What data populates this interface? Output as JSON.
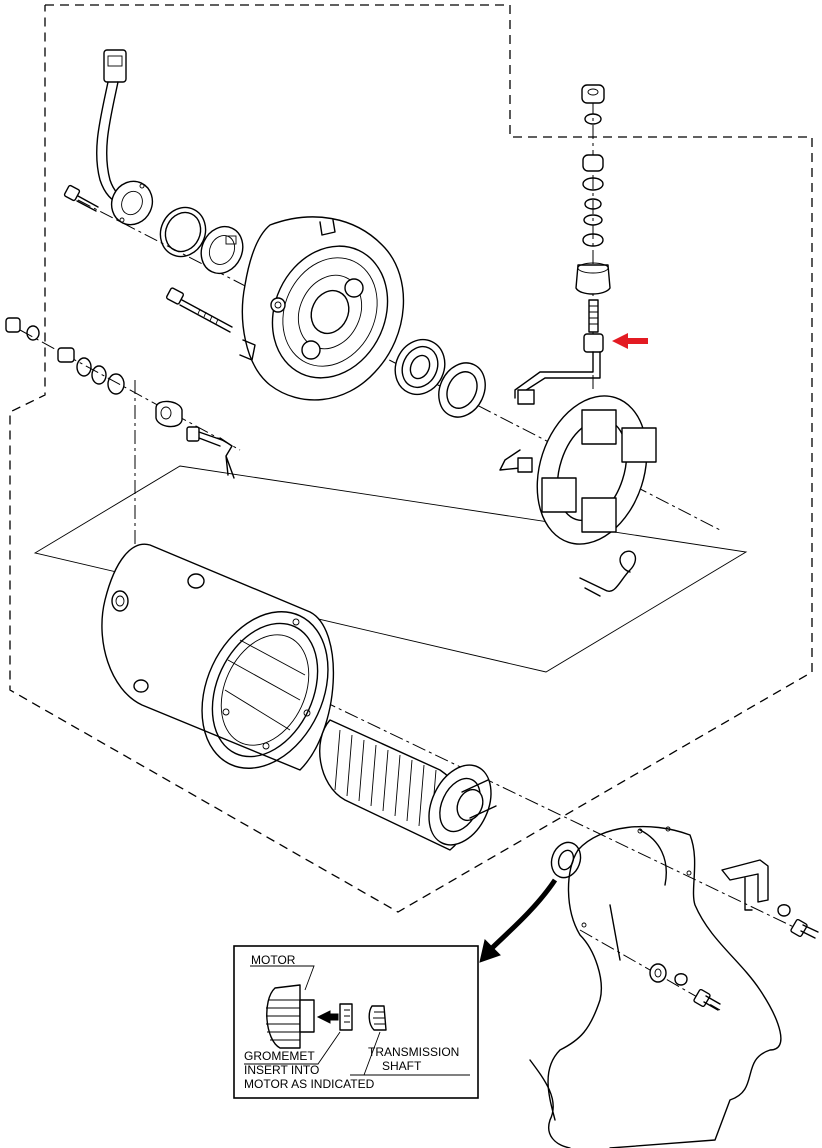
{
  "inset": {
    "motor_label": "MOTOR",
    "grommet_label": "GROMEMET",
    "insert_instruction_line1": "INSERT INTO",
    "insert_instruction_line2": "MOTOR AS INDICATED",
    "transmission_line1": "TRANSMISSION",
    "transmission_line2": "SHAFT"
  },
  "colors": {
    "indicator_arrow": "#e31b23",
    "line_art": "#000000"
  }
}
